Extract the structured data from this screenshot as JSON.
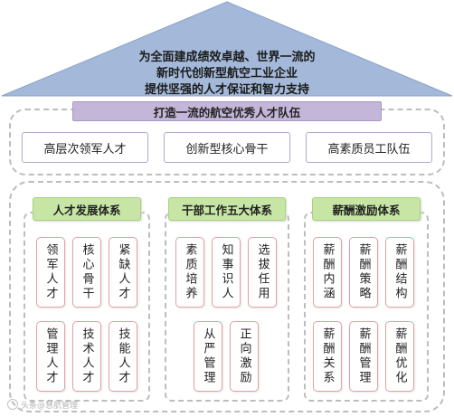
{
  "roof": {
    "fill": "#a4b9d9",
    "lines": [
      "为全面建成绩效卓越、世界一流的",
      "新时代创新型航空工业企业",
      "提供坚强的人才保证和智力支持"
    ]
  },
  "goal_bar": {
    "label": "打造一流的航空优秀人才队伍"
  },
  "talent_tiers": [
    {
      "label": "高层次领军人才"
    },
    {
      "label": "创新型核心骨干"
    },
    {
      "label": "高素质员工队伍"
    }
  ],
  "systems": [
    {
      "header": "人才发展体系",
      "cards": [
        "领军人才",
        "核心骨干",
        "紧缺人才",
        "管理人才",
        "技术人才",
        "技能人才"
      ]
    },
    {
      "header": "干部工作五大体系",
      "cards": [
        "素质培养",
        "知事识人",
        "选拔任用",
        "从严管理",
        "正向激励"
      ]
    },
    {
      "header": "薪酬激励体系",
      "cards": [
        "薪酬内涵",
        "薪酬策略",
        "薪酬结构",
        "薪酬关系",
        "薪酬管理",
        "薪酬优化"
      ]
    }
  ],
  "watermark": {
    "text": "头条@慧航管理"
  },
  "colors": {
    "roof": "#a4b9d9",
    "goal_bar": "#c3b6d8",
    "system_header": "#c7e6a6",
    "card_border": "#e2a0a0",
    "frame_dash": "#bdbdbd"
  }
}
